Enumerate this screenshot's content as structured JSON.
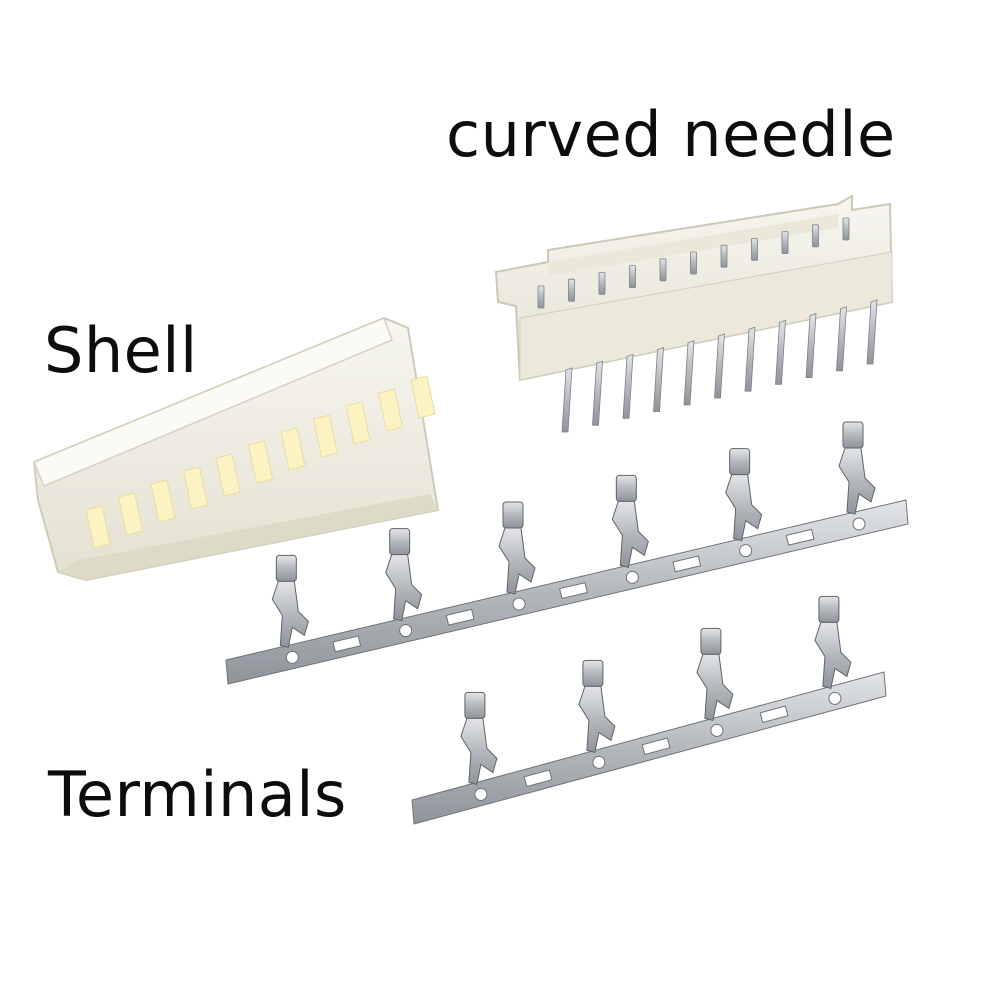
{
  "labels": {
    "curved_needle": "curved needle",
    "shell": "Shell",
    "terminals": "Terminals"
  },
  "colors": {
    "background": "#ffffff",
    "plastic": "#f1efe4",
    "plastic_shadow": "#d9d5c4",
    "window": "#fbf3c2",
    "metal": "#c3c6ca",
    "metal_dark": "#8a8e94",
    "text": "#0d0d0d"
  },
  "components": {
    "shell_slots": 11,
    "header_pins": 11,
    "terminal_strip_upper_count": 6,
    "terminal_strip_lower_count": 4
  }
}
